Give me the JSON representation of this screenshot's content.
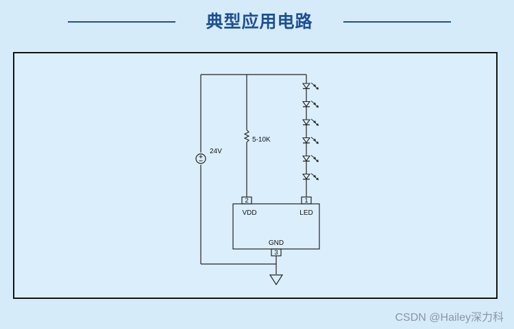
{
  "header": {
    "title": "典型应用电路"
  },
  "circuit": {
    "supply_label": "24V",
    "resistor_label": "5-10K",
    "led_count": 6,
    "ic": {
      "pin_vdd_number": "2",
      "pin_vdd_label": "VDD",
      "pin_led_number": "1",
      "pin_led_label": "LED",
      "pin_gnd_number": "3",
      "pin_gnd_label": "GND"
    }
  },
  "watermark": "CSDN @Hailey深力科",
  "colors": {
    "title": "#1d4f91",
    "background": "#d6ebfa"
  }
}
